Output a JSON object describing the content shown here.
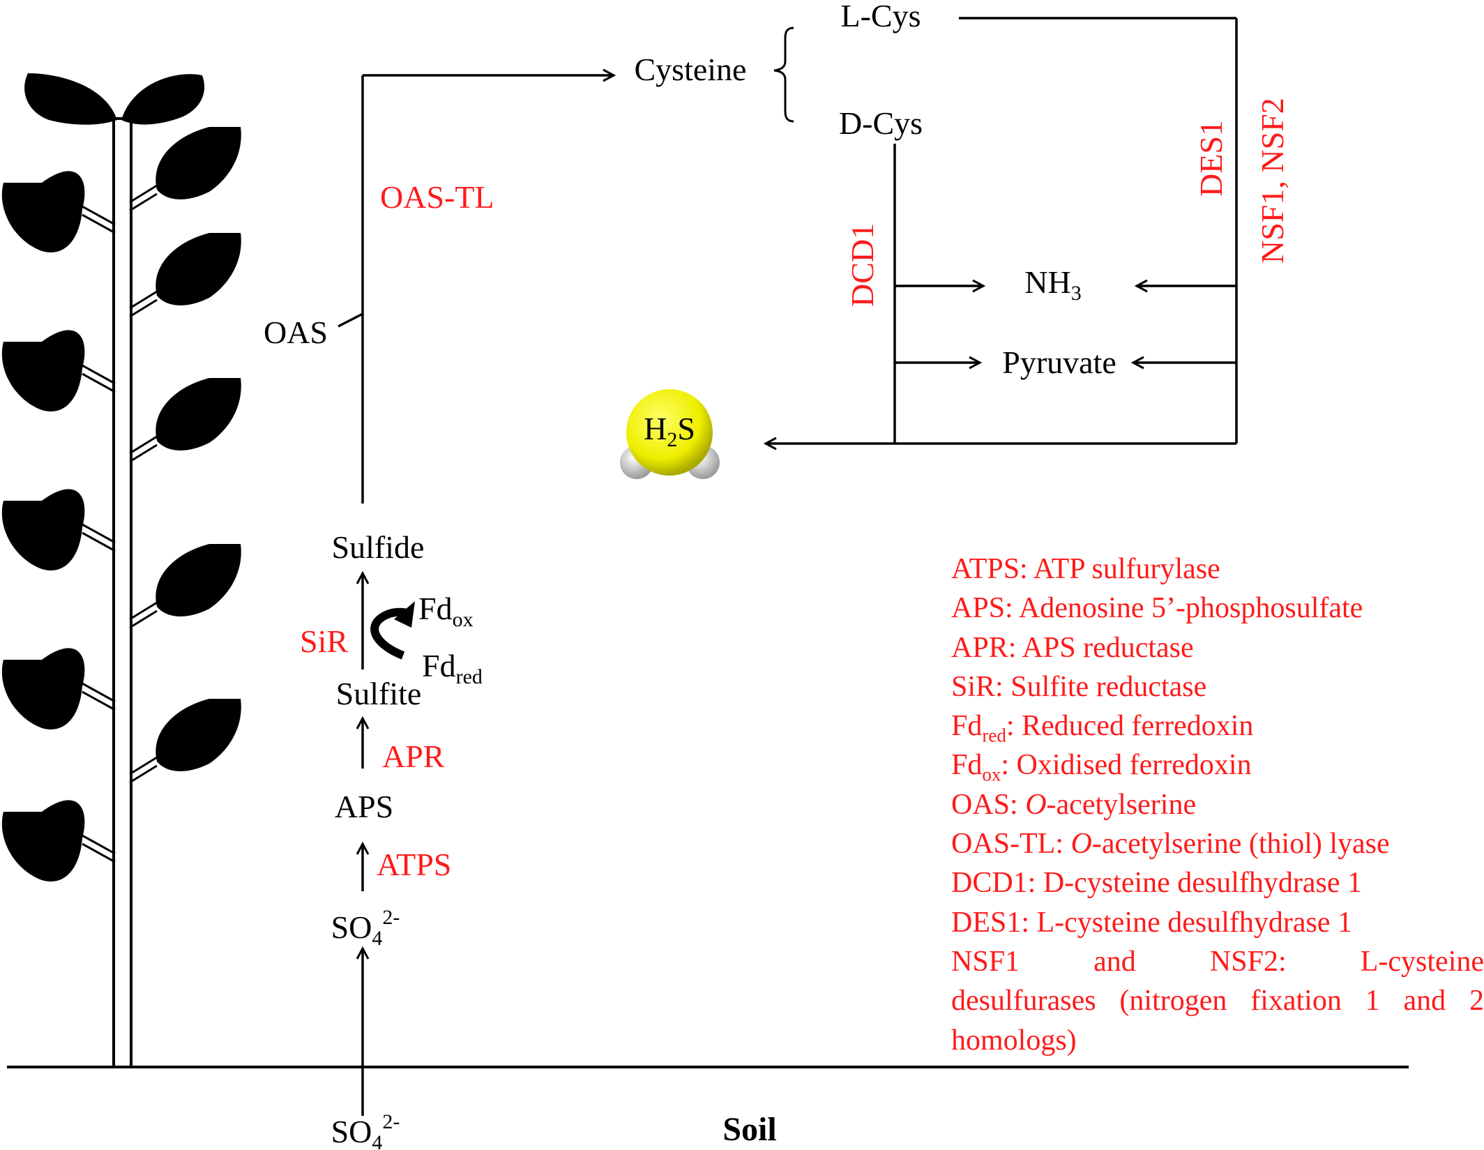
{
  "nodes": {
    "cysteine": "Cysteine",
    "l_cys": "L-Cys",
    "d_cys": "D-Cys",
    "oas": "OAS",
    "nh3_base": "NH",
    "nh3_sub": "3",
    "pyruvate": "Pyruvate",
    "h2s_h": "H",
    "h2s_sub": "2",
    "h2s_s": "S",
    "sulfide": "Sulfide",
    "sulfite": "Sulfite",
    "aps": "APS",
    "so4_base": "SO",
    "so4_sub": "4",
    "so4_sup": "2-",
    "fd_ox_base": "Fd",
    "fd_ox_sub": "ox",
    "fd_red_base": "Fd",
    "fd_red_sub": "red",
    "soil": "Soil"
  },
  "enzymes": {
    "oas_tl": "OAS-TL",
    "dcd1": "DCD1",
    "des1": "DES1",
    "nsf": "NSF1, NSF2",
    "sir": "SiR",
    "apr": "APR",
    "atps": "ATPS"
  },
  "legend": {
    "atps": "ATPS: ATP sulfurylase",
    "aps": "APS: Adenosine 5’-phosphosulfate",
    "apr": "APR: APS reductase",
    "sir": "SiR: Sulfite reductase",
    "fdred_a": "Fd",
    "fdred_sub": "red",
    "fdred_b": ": Reduced ferredoxin",
    "fdox_a": "Fd",
    "fdox_sub": "ox",
    "fdox_b": ": Oxidised ferredoxin",
    "oas_a": "OAS: ",
    "oas_i": "O",
    "oas_b": "-acetylserine",
    "oastl_a": "OAS-TL: ",
    "oastl_i": "O",
    "oastl_b": "-acetylserine (thiol) lyase",
    "dcd1": "DCD1: D-cysteine desulfhydrase 1",
    "des1": "DES1: L-cysteine desulfhydrase 1",
    "nsf_a": "NSF1 and NSF2: L-cysteine",
    "nsf_b": "desulfurases (nitrogen fixation 1 and 2 homologs)"
  },
  "colors": {
    "enzyme": "#ff1a1a",
    "text": "#000000",
    "h2s_sulfur": "#ffff00",
    "h2s_hydrogen": "#e8e8e8",
    "plant": "#000000"
  }
}
